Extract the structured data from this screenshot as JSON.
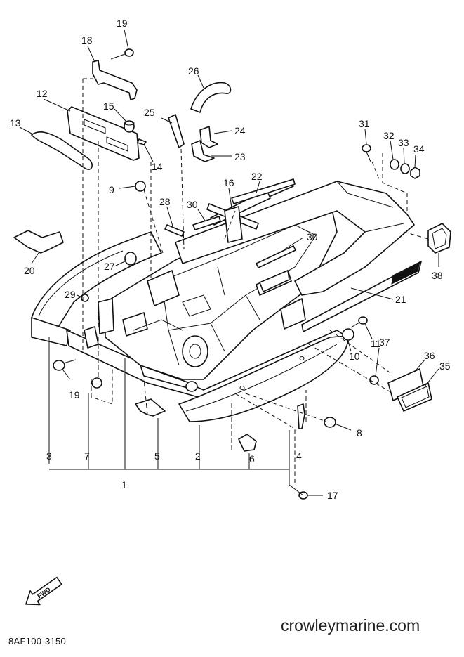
{
  "diagram": {
    "code": "8AF100-3150",
    "watermark": "crowleymarine.com",
    "fwd_label": "FWD",
    "callouts": [
      "1",
      "2",
      "3",
      "4",
      "5",
      "6",
      "7",
      "8",
      "9",
      "10",
      "11",
      "12",
      "13",
      "14",
      "15",
      "16",
      "17",
      "18",
      "19",
      "19",
      "20",
      "21",
      "22",
      "23",
      "24",
      "25",
      "26",
      "27",
      "28",
      "29",
      "30",
      "30",
      "31",
      "32",
      "33",
      "34",
      "35",
      "36",
      "37",
      "38"
    ]
  }
}
